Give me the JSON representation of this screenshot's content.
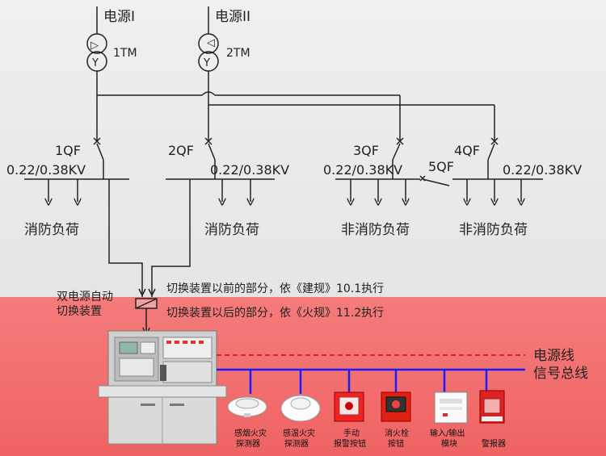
{
  "sources": [
    {
      "label": "电源I",
      "transformer": "1TM"
    },
    {
      "label": "电源II",
      "transformer": "2TM"
    }
  ],
  "transformer_symbols": {
    "upper": "▷",
    "lower": "Y"
  },
  "breakers": {
    "qf1": "1QF",
    "qf2": "2QF",
    "qf3": "3QF",
    "qf4": "4QF",
    "qf5": "5QF"
  },
  "voltage": "0.22/0.38KV",
  "loads": {
    "fire": "消防负荷",
    "nonfire": "非消防负荷"
  },
  "switch_device": {
    "line1": "双电源自动",
    "line2": "切换装置"
  },
  "notes": {
    "before": "切换装置以前的部分，依《建规》10.1执行",
    "after": "切换装置以后的部分，依《火规》11.2执行"
  },
  "legend": {
    "power_line": "电源线",
    "signal_bus": "信号总线"
  },
  "colors": {
    "signal_bus": "#1a1aff",
    "power_line": "#cc1111",
    "bottom_zone": "#f26b6b"
  },
  "devices": [
    {
      "name": "smoke-detector",
      "line1": "感烟火灾",
      "line2": "探测器"
    },
    {
      "name": "heat-detector",
      "line1": "感温火灾",
      "line2": "探测器"
    },
    {
      "name": "manual-alarm-button",
      "line1": "手动",
      "line2": "报警按钮"
    },
    {
      "name": "hydrant-button",
      "line1": "消火栓",
      "line2": "按钮"
    },
    {
      "name": "io-module",
      "line1": "输入/输出",
      "line2": "模块"
    },
    {
      "name": "alarm-sounder",
      "line1": "",
      "line2": "警报器"
    }
  ]
}
